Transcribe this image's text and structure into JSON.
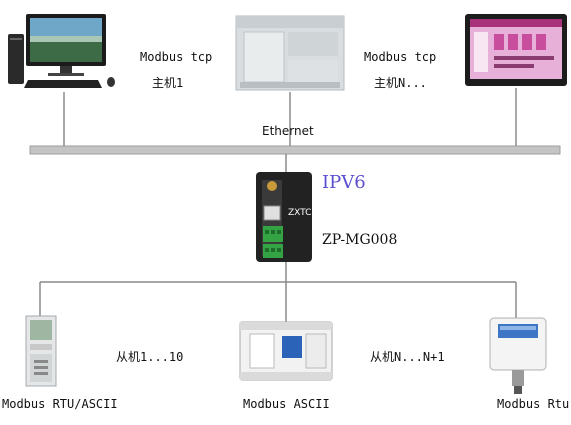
{
  "labels": {
    "master1_protocol": "Modbus tcp",
    "master1_name": "主机1",
    "masterN_protocol": "Modbus tcp",
    "masterN_name": "主机N...",
    "ethernet": "Ethernet",
    "ipv6": "IPV6",
    "gateway_model": "ZP-MG008",
    "gateway_brand": "ZXTC",
    "slave_range_1": "从机1...10",
    "slave_range_n": "从机N...N+1",
    "slave1_protocol": "Modbus RTU/ASCII",
    "slave2_protocol": "Modbus ASCII",
    "slave3_protocol": "Modbus Rtu"
  },
  "colors": {
    "bus": "#bdbdbd",
    "ipv6": "#5a4fcf",
    "gateway": "#222222",
    "terminal": "#33a344",
    "hmi_screen": "#e6b0d8",
    "plc": "#d9dde0"
  }
}
